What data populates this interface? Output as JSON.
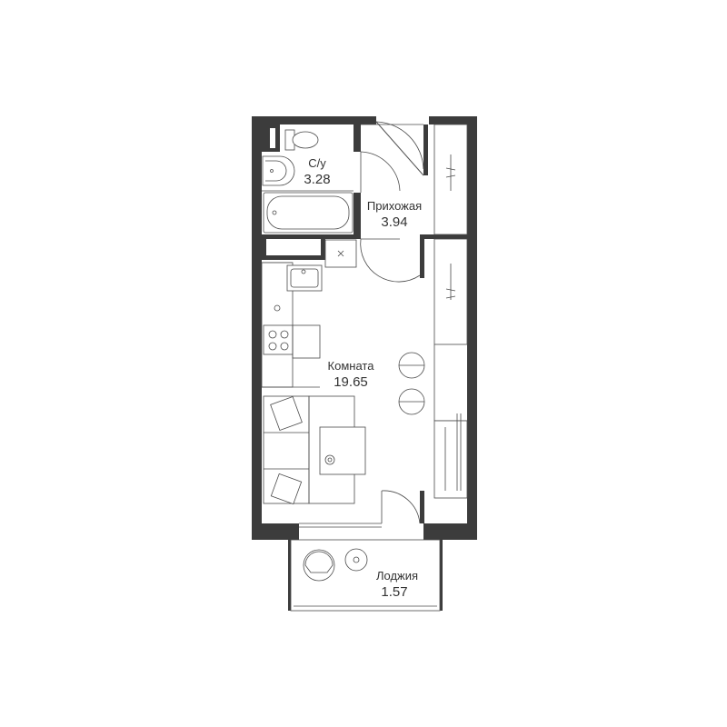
{
  "rooms": {
    "bathroom": {
      "name": "С/у",
      "area": "3.28"
    },
    "hallway": {
      "name": "Прихожая",
      "area": "3.94"
    },
    "room": {
      "name": "Комната",
      "area": "19.65"
    },
    "loggia": {
      "name": "Лоджия",
      "area": "1.57"
    }
  },
  "colors": {
    "wall": "#3c3c3c",
    "line": "#4a4a4a",
    "background": "#ffffff"
  }
}
